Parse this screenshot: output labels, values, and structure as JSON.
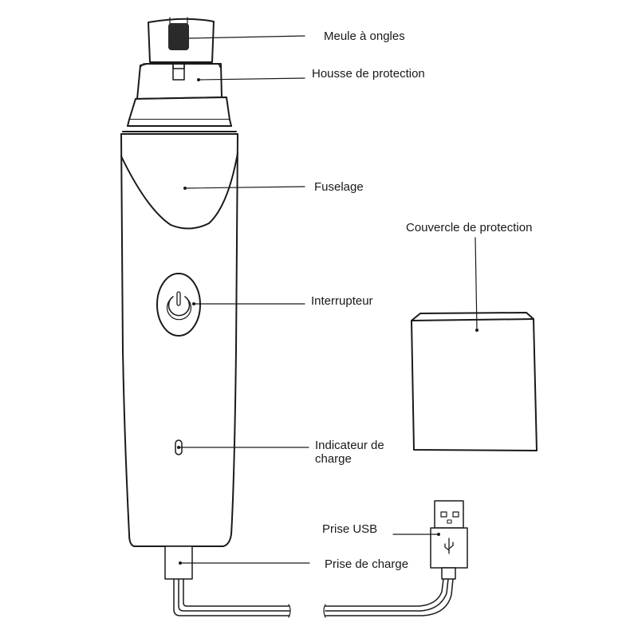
{
  "diagram": {
    "type": "product-parts-diagram",
    "subject": "Electric pet nail grinder",
    "labels": {
      "nail_grinder": "Meule à ongles",
      "protective_sleeve": "Housse de protection",
      "body": "Fuselage",
      "protective_cover": "Couvercle de protection",
      "power_switch": "Interrupteur",
      "charge_indicator": "Indicateur de charge",
      "usb_plug": "Prise USB",
      "charging_port": "Prise de charge"
    },
    "colors": {
      "stroke": "#1a1a1a",
      "background": "#ffffff",
      "grinder_stone": "#2a2a2a"
    }
  }
}
